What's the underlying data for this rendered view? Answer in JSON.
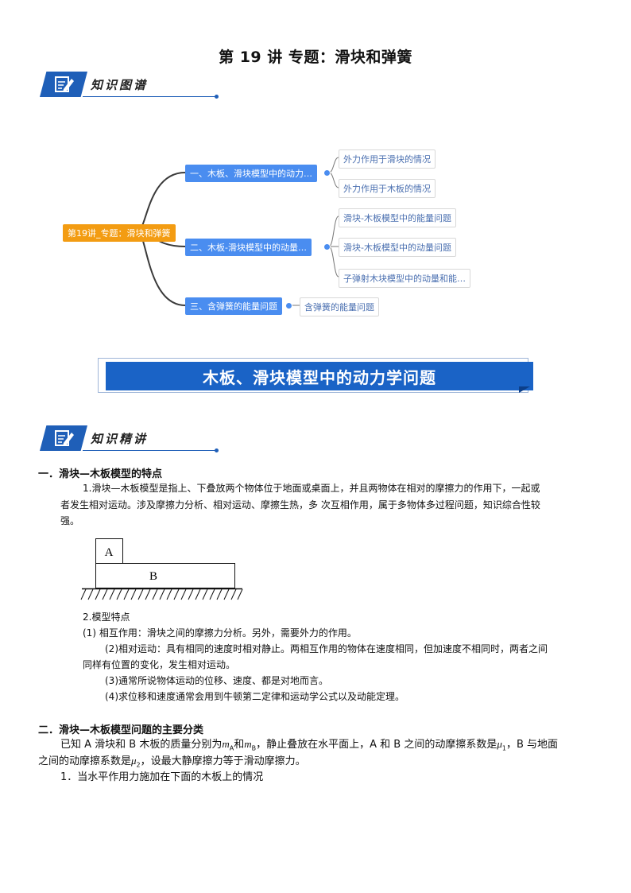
{
  "page_title": "第 19 讲  专题：滑块和弹簧",
  "section1": {
    "label": "知识图谱"
  },
  "mindmap": {
    "root": "第19讲_专题：滑块和弹簧",
    "branches": [
      {
        "label": "一、木板、滑块模型中的动力…",
        "children": [
          "外力作用于滑块的情况",
          "外力作用于木板的情况"
        ]
      },
      {
        "label": "二、木板-滑块模型中的动量…",
        "children": [
          "滑块-木板模型中的能量问题",
          "滑块-木板模型中的动量问题",
          "子弹射木块模型中的动量和能…"
        ]
      },
      {
        "label": "三、含弹簧的能量问题",
        "children": [
          "含弹簧的能量问题"
        ]
      }
    ]
  },
  "banner": {
    "title": "木板、滑块模型中的动力学问题"
  },
  "section2": {
    "label": "知识精讲"
  },
  "part1": {
    "heading": "一．滑块—木板模型的特点",
    "para1_line1": "1.滑块—木板模型是指上、下叠放两个物体位于地面或桌面上，并且两物体在相对的摩擦力的作用下，一起或",
    "para1_line2": "者发生相对运动。涉及摩擦力分析、相对运动、摩擦生热，多  次互相作用，属于多物体多过程问题，知识综合性较",
    "para1_line3": "强。",
    "figure": {
      "block_a": "A",
      "block_b": "B"
    },
    "features_title": "2.模型特点",
    "feature1": "(1)  相互作用：滑块之间的摩擦力分析。另外，需要外力的作用。",
    "feature2_line1": "(2)相对运动：具有相同的速度时相对静止。两相互作用的物体在速度相同，但加速度不相同时，两者之间",
    "feature2_line2": "同样有位置的变化，发生相对运动。",
    "feature3": "(3)通常所说物体运动的位移、速度、都是对地而言。",
    "feature4": "(4)求位移和速度通常会用到牛顿第二定律和运动学公式以及动能定理。"
  },
  "part2": {
    "heading": "二．滑块—木板模型问题的主要分类",
    "line1_a": "已知 A 滑块和 B 木板的质量分别为",
    "sym_ma": "m",
    "sub_a": "A",
    "line1_and": "和",
    "sym_mb": "m",
    "sub_b": "B",
    "line1_b": "，静止叠放在水平面上，A 和 B 之间的动摩擦系数是",
    "sym_mu1": "μ",
    "sub_1": "1",
    "line1_c": "，B 与地面",
    "line2_a": "之间的动摩擦系数是",
    "sym_mu2": "μ",
    "sub_2": "2",
    "line2_b": "，设最大静摩擦力等于滑动摩擦力。",
    "line3": "1．当水平作用力施加在下面的木板上的情况"
  },
  "colors": {
    "accent": "#1f5fb8",
    "root": "#f39c12",
    "branch": "#4a8df0"
  }
}
